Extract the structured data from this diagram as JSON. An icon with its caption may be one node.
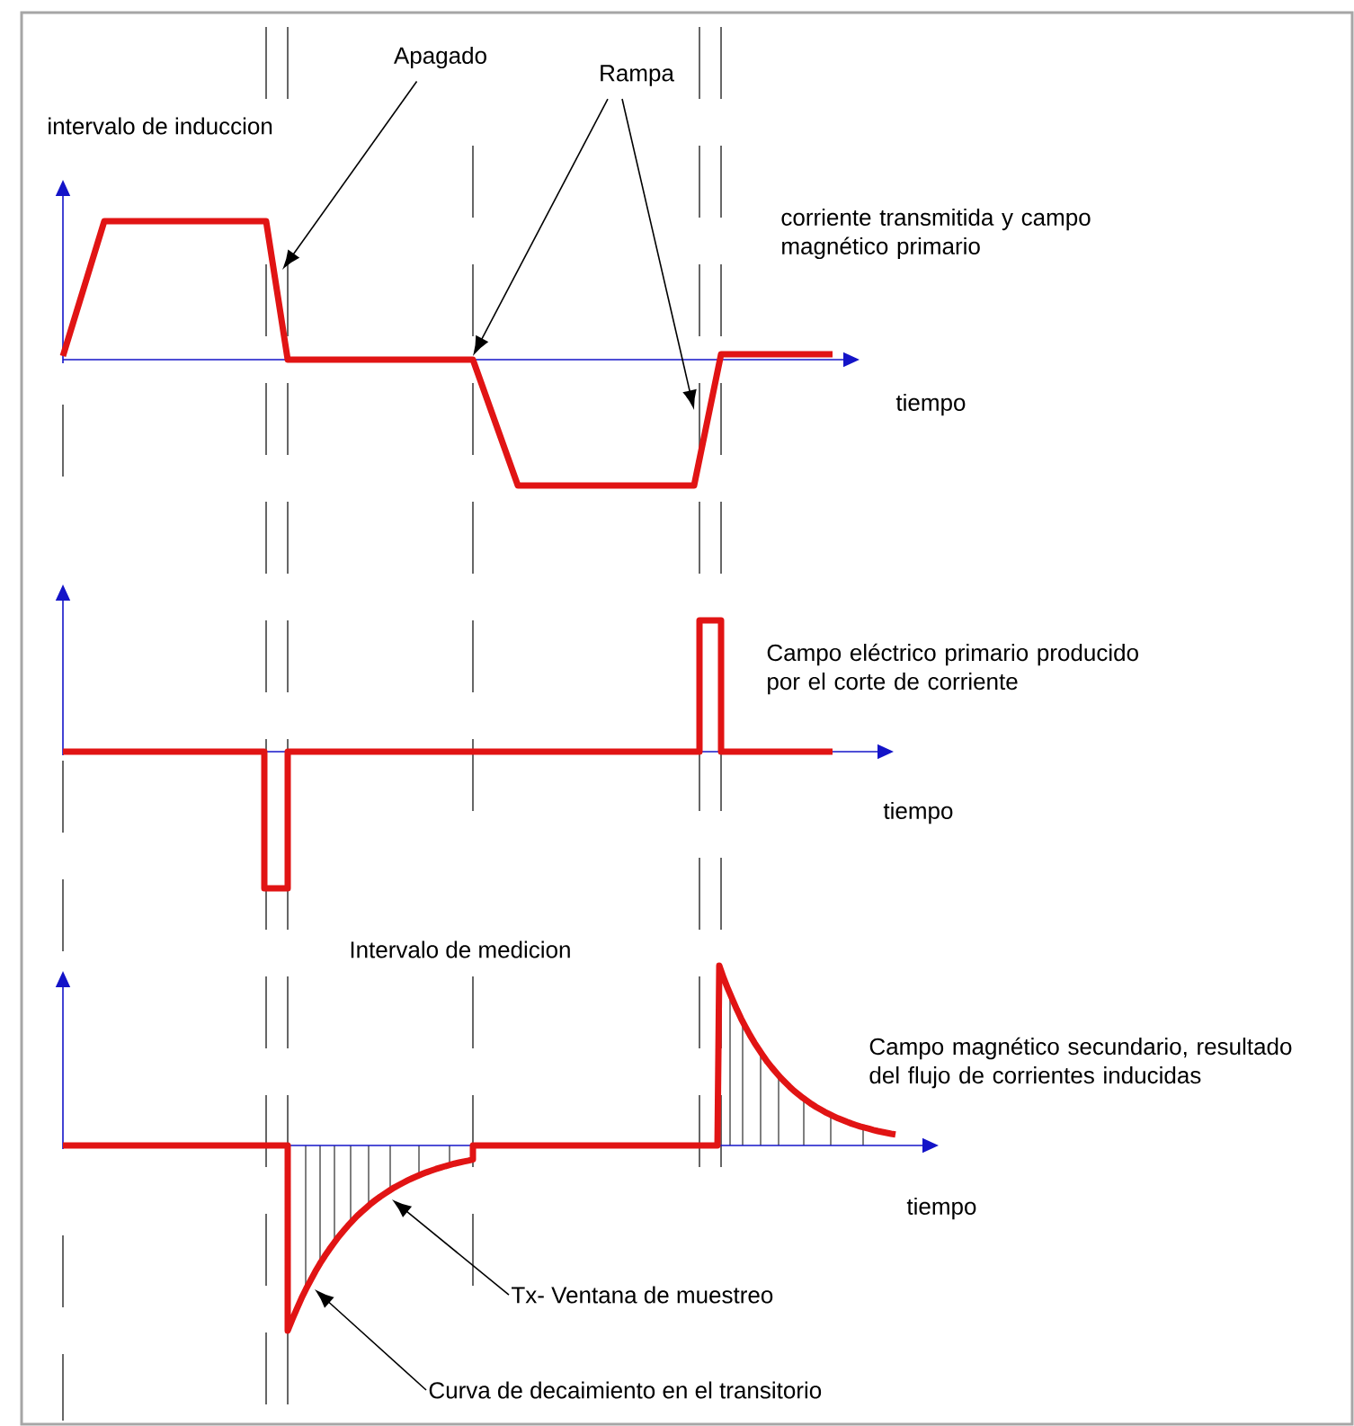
{
  "diagram": {
    "nodes": [
      {
        "text": [
          "Apagado"
        ]
      },
      {
        "text": [
          "Rampa"
        ]
      },
      {
        "text": [
          "Tx- Ventana de muestreo"
        ]
      },
      {
        "text": [
          "Curva de decaimiento en el transitorio"
        ]
      }
    ],
    "edges": [
      {
        "from": 0,
        "to": null,
        "arrow": "to"
      },
      {
        "from": 1,
        "to": null,
        "arrow": "to"
      },
      {
        "from": 1,
        "to": null,
        "arrow": "to"
      },
      {
        "from": 2,
        "to": null,
        "arrow": "to"
      },
      {
        "from": 3,
        "to": null,
        "arrow": "to"
      }
    ],
    "labels": [
      "intervalo de induccion",
      "corriente transmitida y campo magnético primario",
      "tiempo",
      "Campo eléctrico primario producido por el corte de corriente",
      "tiempo",
      "Intervalo de medicion",
      "Campo magnético secundario, resultado del flujo de corrientes inducidas",
      "tiempo"
    ]
  }
}
